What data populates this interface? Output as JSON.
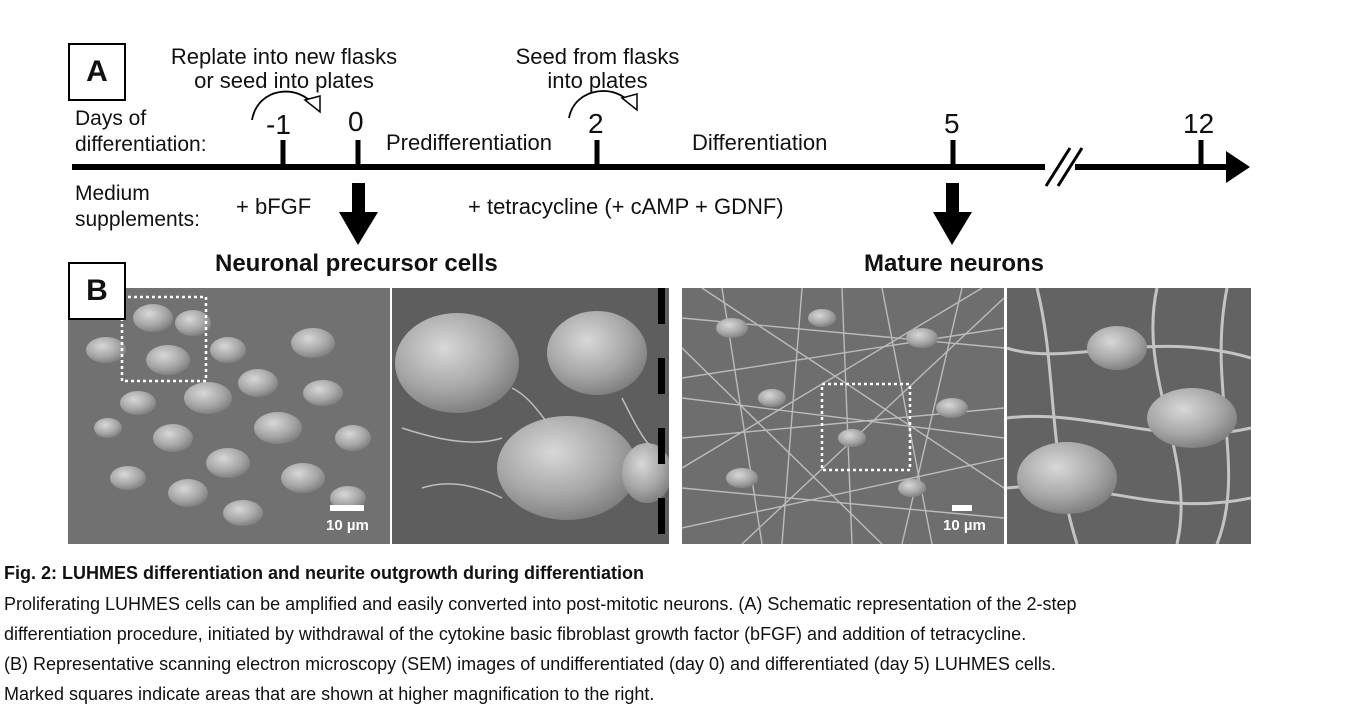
{
  "panel_a": {
    "label": "A",
    "days_label_1": "Days of",
    "days_label_2": "differentiation:",
    "medium_label_1": "Medium",
    "medium_label_2": "supplements:",
    "replate_note_1": "Replate into new flasks",
    "replate_note_2": "or seed into plates",
    "seed_note_1": "Seed from flasks",
    "seed_note_2": "into plates",
    "ticks": [
      "-1",
      "0",
      "2",
      "5",
      "12"
    ],
    "phase_1": "Predifferentiation",
    "phase_2": "Differentiation",
    "supplement_1": "+ bFGF",
    "supplement_2": "+ tetracycline  (+ cAMP + GDNF)"
  },
  "panel_b": {
    "label": "B",
    "left_title": "Neuronal precursor cells",
    "right_title": "Mature neurons",
    "scale_left": "10 µm",
    "scale_right": "10 µm"
  },
  "caption": {
    "title": "Fig. 2: LUHMES differentiation and neurite outgrowth during differentiation",
    "line_1": "Proliferating LUHMES cells can be amplified and easily converted into post-mitotic neurons. (A) Schematic representation of the 2-step",
    "line_2": "differentiation procedure, initiated by withdrawal of the cytokine basic fibroblast growth factor (bFGF) and addition of tetracycline.",
    "line_3": "(B) Representative scanning electron microscopy (SEM) images of undifferentiated (day 0) and differentiated (day 5) LUHMES cells.",
    "line_4": "Marked squares indicate areas that are shown at higher magnification to the right."
  }
}
